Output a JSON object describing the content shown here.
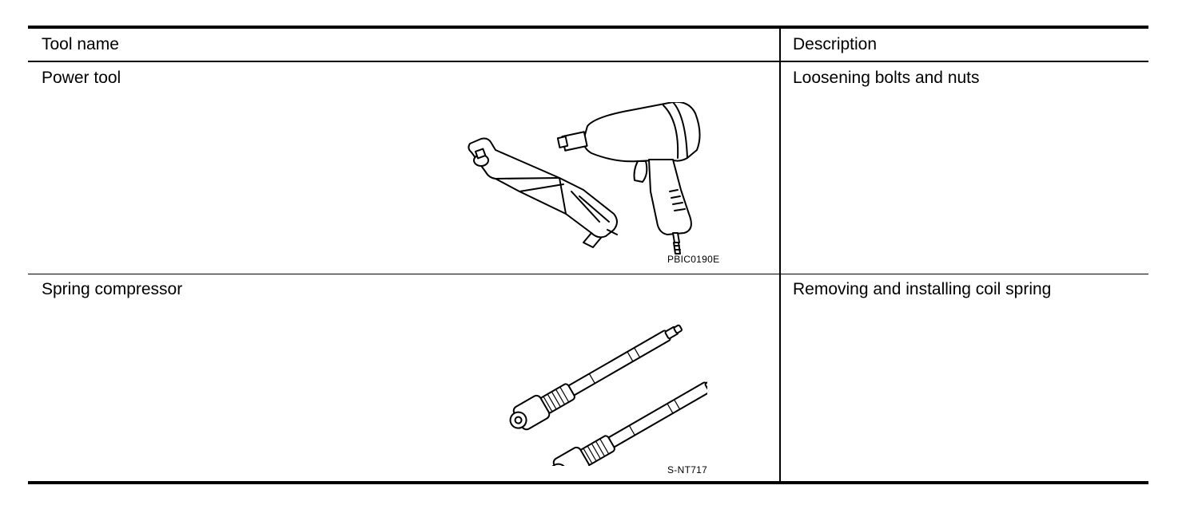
{
  "table": {
    "headers": {
      "tool_name": "Tool name",
      "description": "Description"
    },
    "rows": [
      {
        "tool_name": "Power tool",
        "description": "Loosening bolts and nuts",
        "figure_code": "PBIC0190E",
        "figure_icons": [
          "air-ratchet-wrench-icon",
          "impact-wrench-icon"
        ]
      },
      {
        "tool_name": "Spring compressor",
        "description": "Removing and installing coil spring",
        "figure_code": "S-NT717",
        "figure_icons": [
          "spring-compressor-icon"
        ]
      }
    ]
  }
}
